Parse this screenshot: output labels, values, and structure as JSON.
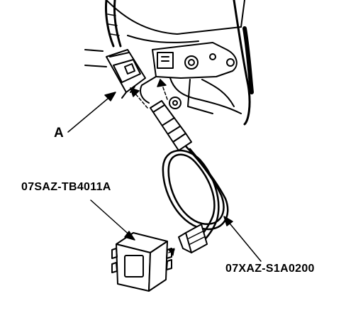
{
  "labels": {
    "connector_a": "A",
    "tester_box_part": "07SAZ-TB4011A",
    "cable_part": "07XAZ-S1A0200"
  },
  "colors": {
    "ink": "#000000",
    "background": "#ffffff"
  }
}
